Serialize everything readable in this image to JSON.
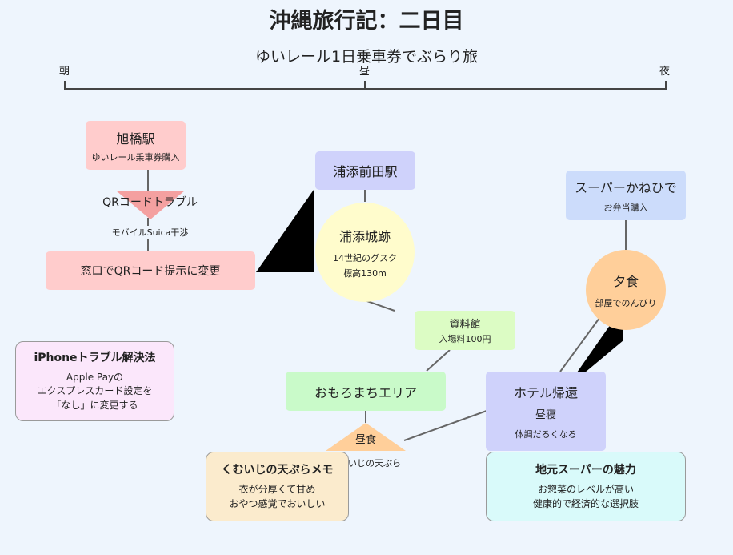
{
  "title": "沖縄旅行記：二日目",
  "subtitle": "ゆいレール1日乗車券でぶらり旅",
  "timeline": {
    "start": "朝",
    "mid": "昼",
    "end": "夜"
  },
  "nodes": {
    "asahibashi": {
      "title": "旭橋駅",
      "sub": "ゆいレール乗車券購入"
    },
    "qr_trouble": {
      "label": "QRコードトラブル"
    },
    "mobile_suica": {
      "label": "モバイルSuica干渉"
    },
    "window_qr": {
      "label": "窓口でQRコード提示に変更"
    },
    "urasoe_maeda": {
      "label": "浦添前田駅"
    },
    "urasoe_castle": {
      "title": "浦添城跡",
      "line1": "14世紀のグスク",
      "line2": "標高130m"
    },
    "museum": {
      "title": "資料館",
      "sub": "入場料100円"
    },
    "omoromachi": {
      "label": "おもろまちエリア"
    },
    "lunch": {
      "label": "昼食"
    },
    "lunch_sub": {
      "label": "いじの天ぷら"
    },
    "supermarket": {
      "title": "スーパーかねひで",
      "sub": "お弁当購入"
    },
    "dinner": {
      "title": "夕食",
      "sub": "部屋でのんびり"
    },
    "hotel": {
      "title": "ホテル帰還",
      "line1": "昼寝",
      "line2": "体調だるくなる"
    }
  },
  "notes": {
    "iphone": {
      "title": "iPhoneトラブル解決法",
      "line1": "Apple Payの",
      "line2": "エクスプレスカード設定を",
      "line3": "「なし」に変更する"
    },
    "tempura": {
      "title": "くむいじの天ぷらメモ",
      "line1": "衣が分厚くて甘め",
      "line2": "おやつ感覚でおいしい"
    },
    "local_super": {
      "title": "地元スーパーの魅力",
      "line1": "お惣菜のレベルが高い",
      "line2": "健康的で経済的な選択肢"
    }
  },
  "colors": {
    "background": "#eef5fd",
    "pink": "#ffcccc",
    "pink_triangle": "#f4a0a0",
    "lavender": "#cfd2fb",
    "light_yellow": "#fffccc",
    "light_green": "#dcfcc4",
    "green": "#c9fac9",
    "peach": "#ffcf9a",
    "blue": "#ccdcfb",
    "note_pink": "#fbe7fb",
    "note_cream": "#fbebcd",
    "note_cyan": "#d9fafa"
  }
}
